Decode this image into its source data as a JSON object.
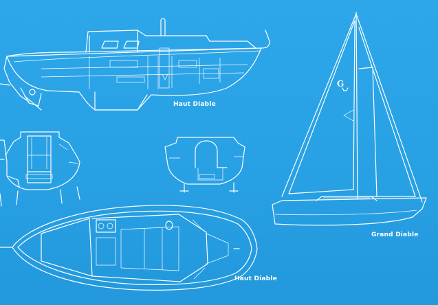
{
  "drawing": {
    "labels": {
      "profile": "Haut Diable",
      "sail_plan": "Grand Diable",
      "plan": "Haut Diable"
    },
    "sail_emblem": "G",
    "colors": {
      "background": "#2aa3e6",
      "lines": "#ffffff"
    }
  }
}
